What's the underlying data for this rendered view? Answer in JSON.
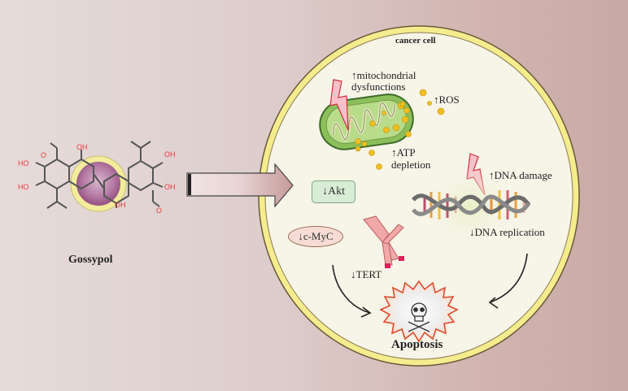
{
  "diagram": {
    "compound": {
      "name": "Gossypol",
      "groups": [
        "OH",
        "OH",
        "OH",
        "OH",
        "OH",
        "OH",
        "O",
        "O"
      ]
    },
    "cell_label": "cancer cell",
    "effects": {
      "mito": "↑mitochondrial",
      "mito2": "dysfunctions",
      "ros": "↑ROS",
      "atp": "↑ATP",
      "atp2": "depletion",
      "dna_damage": "↑DNA damage",
      "dna_replication": "↓DNA replication",
      "akt": "↓Akt",
      "myc": "↓c-MyC",
      "tert": "↓TERT"
    },
    "outcome": "Apoptosis",
    "icons": [
      "mitochondrion-icon",
      "lightning-icon",
      "dna-helix-icon",
      "chromosome-icon",
      "skull-crossbones-icon",
      "arrow-icon"
    ],
    "colors": {
      "membrane": "#f5ec8e",
      "cytoplasm": "#f7f4e8",
      "mito": "#8cbf5a",
      "ros": "#f0c020",
      "molecule_highlight": "#b06a9c"
    }
  }
}
